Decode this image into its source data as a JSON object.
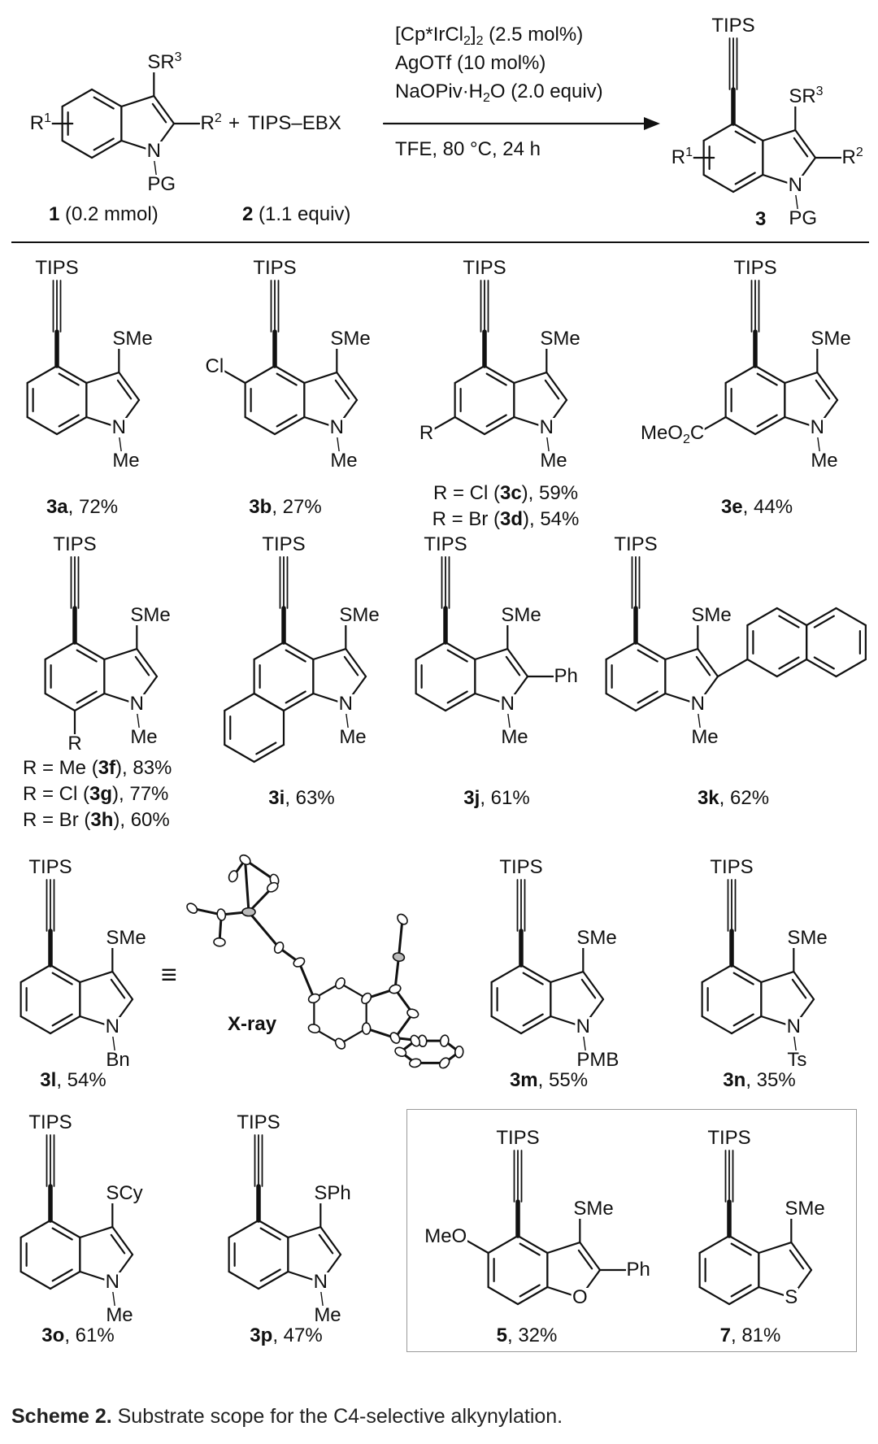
{
  "scheme": {
    "reactant": {
      "sr": "SR",
      "sr_sup": "3",
      "r1": "R",
      "r1_sup": "1",
      "r2": "R",
      "r2_sup": "2",
      "het": "N",
      "pg": "PG",
      "num": "1",
      "amount": " (0.2 mmol)"
    },
    "reagent": {
      "plus": "+",
      "name": "TIPS–EBX",
      "num": "2",
      "amount": " (1.1 equiv)"
    },
    "conditions": {
      "line1_a": "[Cp*IrCl",
      "line1_sub1": "2",
      "line1_b": "]",
      "line1_sub2": "2",
      "line1_c": " (2.5 mol%)",
      "line2": "AgOTf (10 mol%)",
      "line3_a": "NaOPiv·H",
      "line3_sub": "2",
      "line3_b": "O (2.0 equiv)",
      "line4": "TFE, 80 °C, 24 h"
    },
    "product": {
      "tips": "TIPS",
      "sr": "SR",
      "sr_sup": "3",
      "r1": "R",
      "r1_sup": "1",
      "r2": "R",
      "r2_sup": "2",
      "het": "N",
      "pg": "PG",
      "num": "3"
    }
  },
  "yield_sep": ", ",
  "compounds": [
    {
      "id": "3a",
      "yield": "72%",
      "tips": "TIPS",
      "c3": "SMe",
      "het": "N",
      "nsub": "Me"
    },
    {
      "id": "3b",
      "yield": "27%",
      "tips": "TIPS",
      "c3": "SMe",
      "het": "N",
      "nsub": "Me",
      "c5": "Cl"
    },
    {
      "tips": "TIPS",
      "c3": "SMe",
      "het": "N",
      "nsub": "Me",
      "c6": "R",
      "lines": [
        {
          "pre": "R = Cl (",
          "id": "3c",
          "post": "), 59%"
        },
        {
          "pre": "R = Br (",
          "id": "3d",
          "post": "), 54%"
        }
      ]
    },
    {
      "id": "3e",
      "yield": "44%",
      "tips": "TIPS",
      "c3": "SMe",
      "het": "N",
      "nsub": "Me",
      "c6_a": "MeO",
      "c6_sub": "2",
      "c6_b": "C"
    },
    {
      "tips": "TIPS",
      "c3": "SMe",
      "het": "N",
      "nsub": "Me",
      "c7": "R",
      "lines": [
        {
          "pre": "R = Me (",
          "id": "3f",
          "post": "), 83%"
        },
        {
          "pre": "R = Cl (",
          "id": "3g",
          "post": "),  77%"
        },
        {
          "pre": "R = Br (",
          "id": "3h",
          "post": "),   60%"
        }
      ]
    },
    {
      "id": "3i",
      "yield": "63%",
      "tips": "TIPS",
      "c3": "SMe",
      "het": "N",
      "nsub": "Me"
    },
    {
      "id": "3j",
      "yield": "61%",
      "tips": "TIPS",
      "c3": "SMe",
      "het": "N",
      "nsub": "Me",
      "c2": "Ph"
    },
    {
      "id": "3k",
      "yield": "62%",
      "tips": "TIPS",
      "c3": "SMe",
      "het": "N",
      "nsub": "Me"
    },
    {
      "id": "3l",
      "yield": "54%",
      "tips": "TIPS",
      "c3": "SMe",
      "het": "N",
      "nsub": "Bn"
    },
    {
      "id": "3m",
      "yield": "55%",
      "tips": "TIPS",
      "c3": "SMe",
      "het": "N",
      "nsub": "PMB"
    },
    {
      "id": "3n",
      "yield": "35%",
      "tips": "TIPS",
      "c3": "SMe",
      "het": "N",
      "nsub": "Ts"
    },
    {
      "id": "3o",
      "yield": "61%",
      "tips": "TIPS",
      "c3": "SCy",
      "het": "N",
      "nsub": "Me"
    },
    {
      "id": "3p",
      "yield": "47%",
      "tips": "TIPS",
      "c3": "SPh",
      "het": "N",
      "nsub": "Me"
    },
    {
      "id": "5",
      "yield": "32%",
      "tips": "TIPS",
      "c3": "SMe",
      "het": "O",
      "c2": "Ph",
      "c5": "MeO"
    },
    {
      "id": "7",
      "yield": "81%",
      "tips": "TIPS",
      "c3": "SMe",
      "het": "S"
    }
  ],
  "xray": {
    "equiv": "≡",
    "label": "X-ray"
  },
  "caption": {
    "label": "Scheme 2.",
    "text": " Substrate scope for the C4-selective alkynylation."
  }
}
